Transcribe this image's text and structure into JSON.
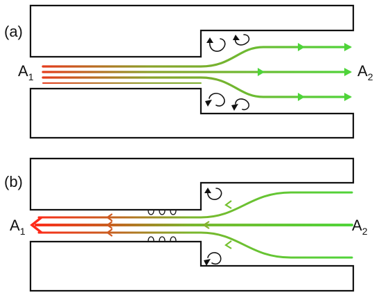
{
  "panels": [
    {
      "label": "(a)",
      "inlet_label": "A",
      "inlet_sub": "1",
      "outlet_label": "A",
      "outlet_sub": "2",
      "flow_direction": "left-to-right",
      "vortex_pairs": 2
    },
    {
      "label": "(b)",
      "inlet_label": "A",
      "inlet_sub": "2",
      "outlet_label": "A",
      "outlet_sub": "1",
      "flow_direction": "right-to-left",
      "vortex_pairs": 1
    }
  ],
  "colors": {
    "narrow_end": "#e53b1c",
    "wide_end": "#4fd43a",
    "walls": "#111111"
  }
}
